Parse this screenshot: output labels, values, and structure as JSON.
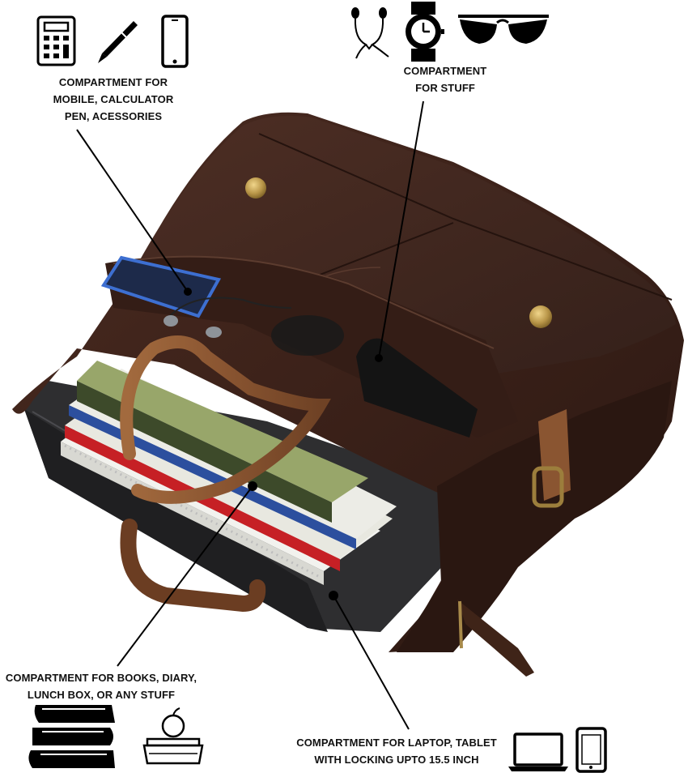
{
  "callouts": {
    "accessories": "COMPARTMENT FOR\nMOBILE, CALCULATOR\nPEN, ACESSORIES",
    "stuff": "COMPARTMENT\nFOR STUFF",
    "books": "COMPARTMENT FOR BOOKS, DIARY,\nLUNCH BOX, OR ANY STUFF",
    "laptop": "COMPARTMENT FOR LAPTOP, TABLET\nWITH LOCKING UPTO 15.5 INCH"
  },
  "icons": {
    "top_left": [
      "calculator-icon",
      "pen-icon",
      "mobile-phone-icon"
    ],
    "top_right": [
      "earphones-icon",
      "wristwatch-icon",
      "sunglasses-icon"
    ],
    "bottom_left": [
      "stack-of-books-icon",
      "lunch-box-icon"
    ],
    "bottom_right": [
      "laptop-icon",
      "tablet-icon"
    ]
  },
  "colors": {
    "leather": "#3b2119",
    "leather_dark": "#24130e",
    "handle": "#8a5531",
    "laptop": "#2e2e30",
    "brass": "#b89548",
    "ink": "#111111"
  }
}
